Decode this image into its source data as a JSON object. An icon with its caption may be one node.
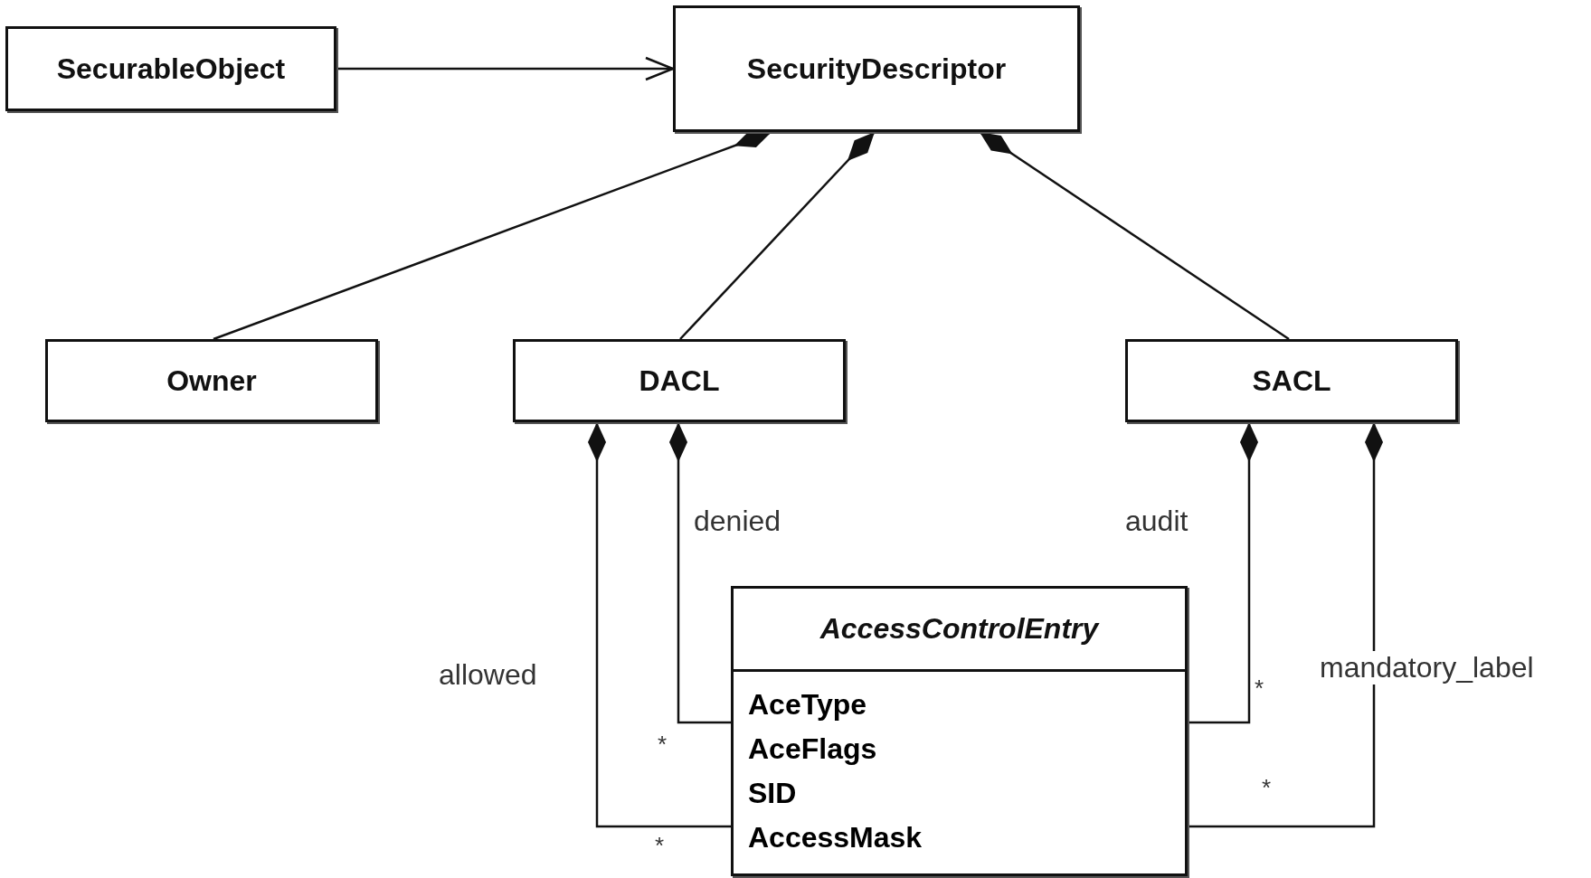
{
  "diagram": {
    "nodes": [
      {
        "text": [
          "SecurableObject"
        ]
      },
      {
        "text": [
          "SecurityDescriptor"
        ]
      },
      {
        "text": [
          "Owner"
        ]
      },
      {
        "text": [
          "DACL"
        ]
      },
      {
        "text": [
          "SACL"
        ]
      },
      {
        "text": [
          "AccessControlEntry",
          "AceType",
          "AceFlags",
          "SID",
          "AccessMask"
        ]
      }
    ],
    "edges": [
      {
        "from": 0,
        "to": 1,
        "arrow": "to"
      },
      {
        "from": 1,
        "to": 2,
        "arrow": "other"
      },
      {
        "from": 1,
        "to": 3,
        "arrow": "other"
      },
      {
        "from": 1,
        "to": 4,
        "arrow": "other"
      },
      {
        "from": 3,
        "to": 5,
        "arrow": "other",
        "label": "denied"
      },
      {
        "from": 3,
        "to": 5,
        "arrow": "other",
        "label": "allowed"
      },
      {
        "from": 4,
        "to": 5,
        "arrow": "other",
        "label": "audit"
      },
      {
        "from": 4,
        "to": 5,
        "arrow": "other",
        "label": "mandatory_label"
      }
    ],
    "labels": [
      "*",
      "*",
      "*",
      "*"
    ]
  }
}
